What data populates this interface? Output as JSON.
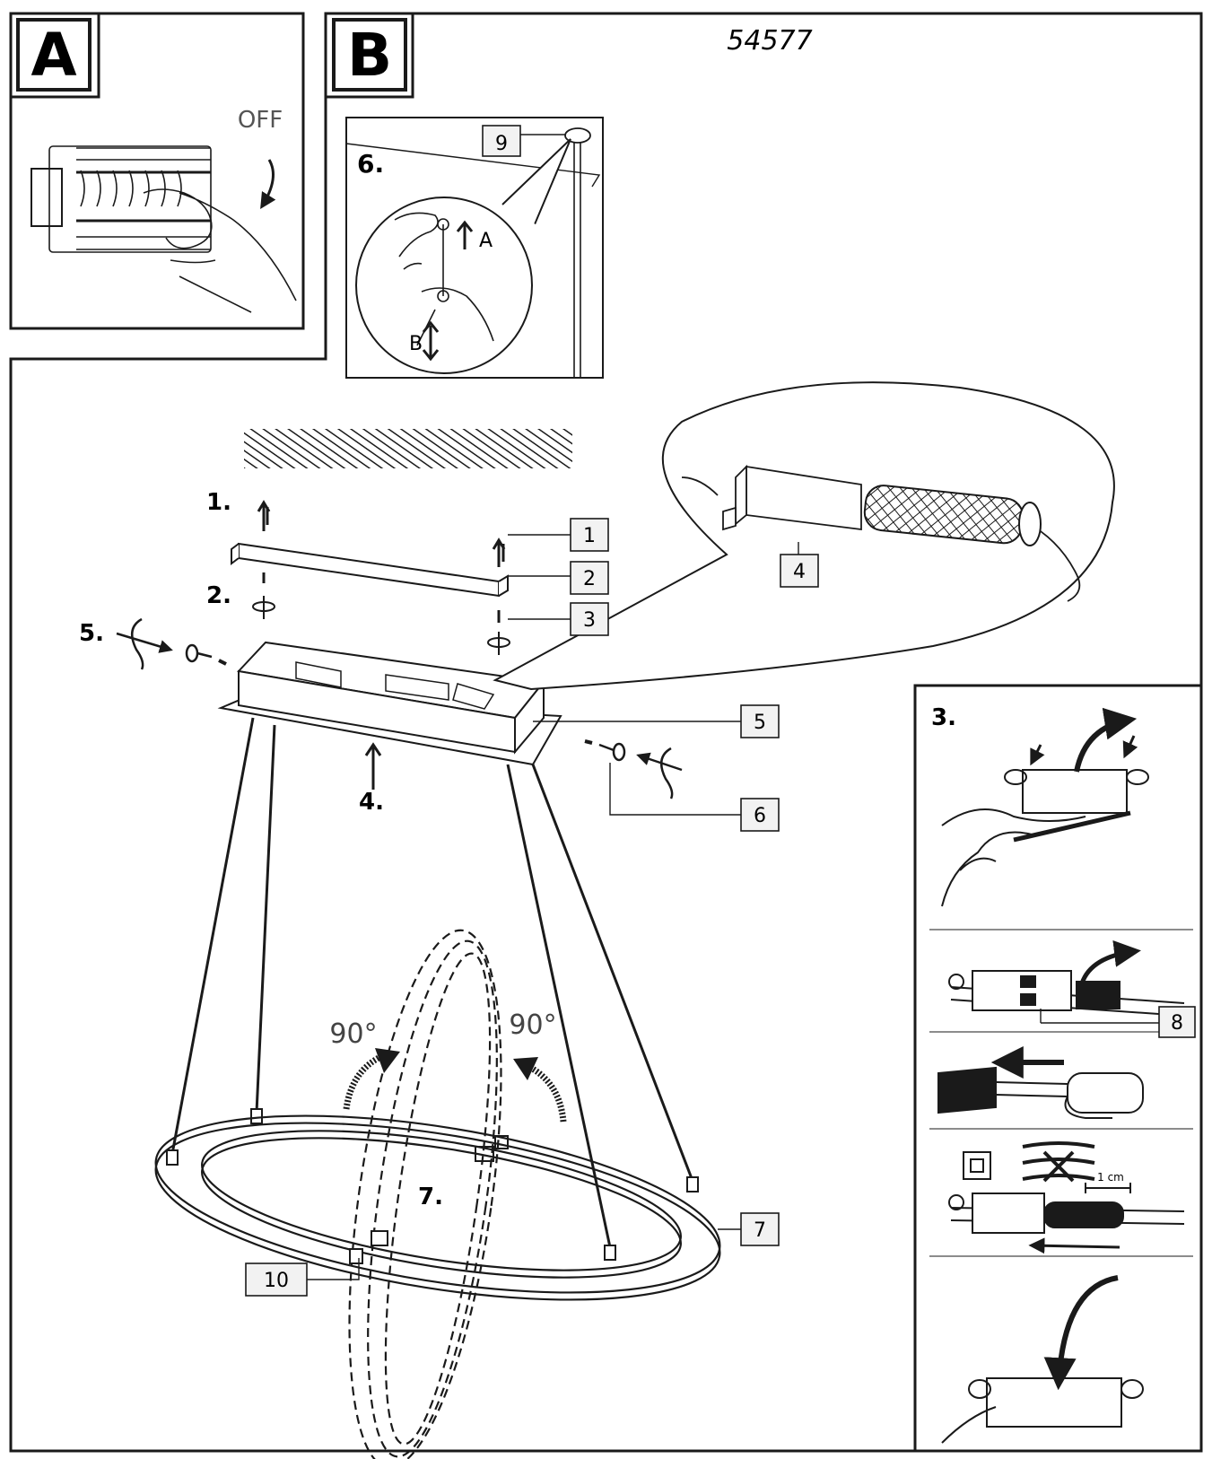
{
  "model_number": "54577",
  "panels": {
    "a": {
      "letter": "A",
      "switch_label": "OFF"
    },
    "b": {
      "letter": "B"
    }
  },
  "inset_6": {
    "step": "6.",
    "arrow_a": "A",
    "arrow_b": "B",
    "callout": "9"
  },
  "main_steps": {
    "s1": "1.",
    "s2": "2.",
    "s4": "4.",
    "s5": "5.",
    "s7": "7.",
    "angle_left": "90°",
    "angle_right": "90°"
  },
  "callouts": {
    "c1": "1",
    "c2": "2",
    "c3": "3",
    "c4": "4",
    "c5": "5",
    "c6": "6",
    "c7": "7",
    "c10": "10"
  },
  "panel_3": {
    "step": "3.",
    "callout": "8",
    "measure": "1 cm"
  },
  "colors": {
    "ink": "#1a1a1a",
    "paper": "#ffffff",
    "box_fill": "#f2f2f2"
  }
}
